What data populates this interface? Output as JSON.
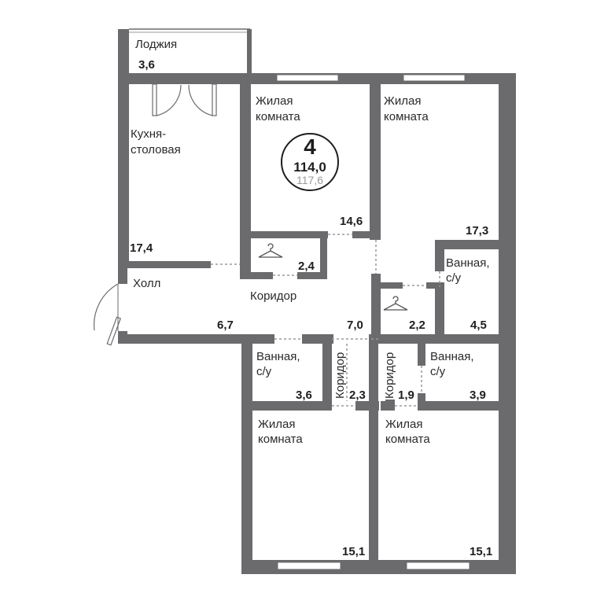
{
  "badge": {
    "rooms": "4",
    "total_area": "114,0",
    "alt_area": "117,6"
  },
  "rooms": {
    "loggia": {
      "label": "Лоджия",
      "area": "3,6"
    },
    "kitchen": {
      "label_line1": "Кухня-",
      "label_line2": "столовая",
      "area": "17,4"
    },
    "living_1": {
      "label_line1": "Жилая",
      "label_line2": "комната",
      "area": "14,6"
    },
    "living_2": {
      "label_line1": "Жилая",
      "label_line2": "комната",
      "area": "17,3"
    },
    "wardrobe_1": {
      "area": "2,4"
    },
    "hall": {
      "label": "Холл",
      "area": "6,7"
    },
    "corridor_main": {
      "label": "Коридор",
      "area": "7,0"
    },
    "wardrobe_2": {
      "area": "2,2"
    },
    "bath_right_top": {
      "label_line1": "Ванная,",
      "label_line2": "с/у",
      "area": "4,5"
    },
    "bath_left": {
      "label_line1": "Ванная,",
      "label_line2": "с/у",
      "area": "3,6"
    },
    "corridor_left": {
      "label": "Коридор",
      "area": "2,3"
    },
    "corridor_right": {
      "label": "Коридор",
      "area": "1,9"
    },
    "bath_right_bottom": {
      "label_line1": "Ванная,",
      "label_line2": "с/у",
      "area": "3,9"
    },
    "living_3": {
      "label_line1": "Жилая",
      "label_line2": "комната",
      "area": "15,1"
    },
    "living_4": {
      "label_line1": "Жилая",
      "label_line2": "комната",
      "area": "15,1"
    }
  },
  "colors": {
    "wall": "#6b6b6d",
    "badge_border": "#1e1e1e",
    "alt_area": "#9a9a9a"
  }
}
